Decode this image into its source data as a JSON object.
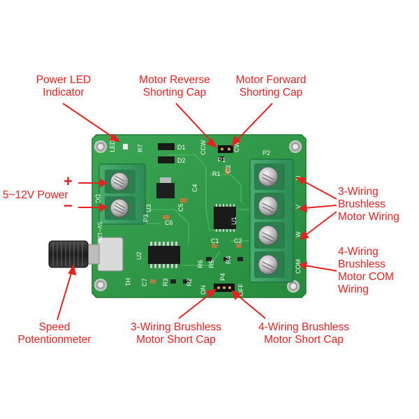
{
  "callouts": {
    "power_led": [
      "Power LED",
      "Indicator"
    ],
    "motor_reverse": [
      "Motor Reverse",
      "Shorting Cap"
    ],
    "motor_forward": [
      "Motor Forward",
      "Shorting Cap"
    ],
    "power_input": "5~12V Power",
    "plus_sign": "+",
    "minus_sign": "−",
    "three_wiring_motor": [
      "3-Wiring",
      "Brushless",
      "Motor Wiring"
    ],
    "four_wiring_com": [
      "4-Wiring",
      "Brushless",
      "Motor COM",
      "Wiring"
    ],
    "speed_pot": [
      "Speed",
      "Potentionmeter"
    ],
    "three_wiring_short": [
      "3-Wiring Brushless",
      "Motor Short Cap"
    ],
    "four_wiring_short": [
      "4-Wiring Brushless",
      "Motor Short Cap"
    ]
  },
  "silkscreen": {
    "led1": "LED1",
    "r7": "R7",
    "d1": "D1",
    "d2": "D2",
    "ccw": "CCW",
    "cw": "CW",
    "p1": "P1",
    "r1": "R1",
    "c3": "C3",
    "p2": "P2",
    "dc": "DC",
    "u3": "U3",
    "p3": "P3",
    "c4": "C4",
    "c5": "C5",
    "c6": "C6",
    "r6": "R6",
    "u1": "U1",
    "c1": "C1",
    "c2": "C2",
    "u2": "U2",
    "range": "5V~12V",
    "h1": "H1",
    "r5": "R5",
    "r4": "R4",
    "p4": "P4",
    "c7": "C7",
    "r3": "R3",
    "r2": "R2",
    "on": "ON",
    "off": "OFF",
    "term_u": "U",
    "term_v": "V",
    "term_w": "W",
    "term_com": "COM"
  },
  "colors": {
    "annotation": "#e8201e",
    "pcb": "#2f9a47",
    "terminal": "#3a9e62",
    "silk": "#ffffff"
  }
}
